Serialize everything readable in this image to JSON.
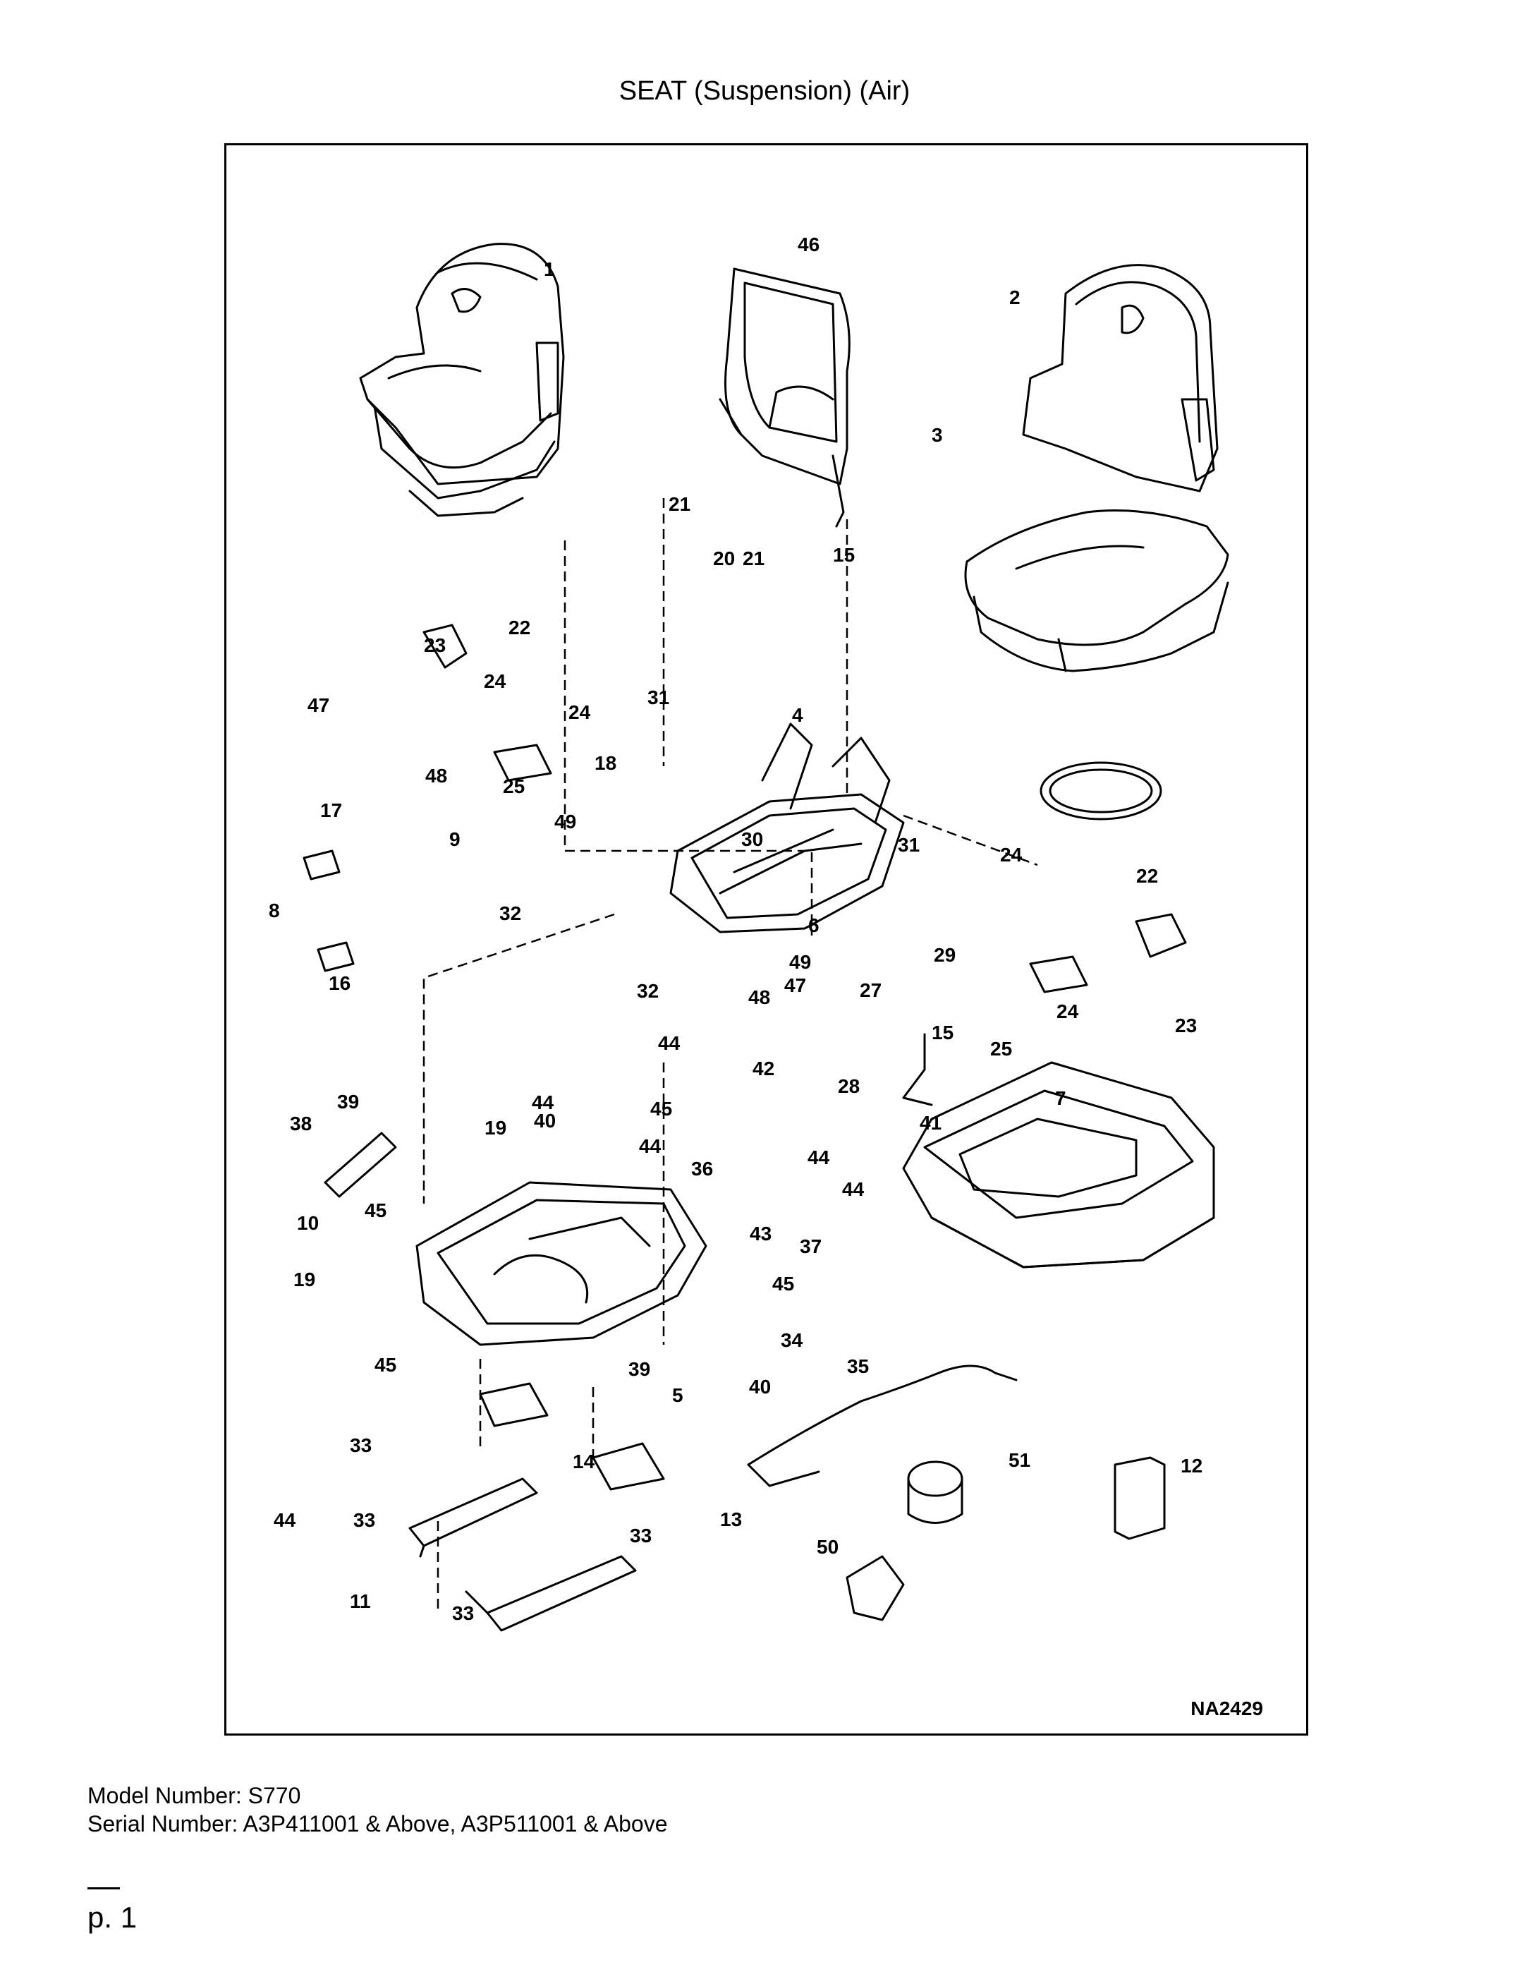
{
  "page": {
    "title": "SEAT (Suspension) (Air)",
    "figure_code": "NA2429",
    "model_label": "Model Number: S770",
    "serial_label": "Serial Number: A3P411001 & Above, A3P511001 & Above",
    "page_label": "p. 1"
  },
  "callouts": [
    "1",
    "46",
    "2",
    "3",
    "21",
    "20",
    "21",
    "15",
    "22",
    "23",
    "24",
    "4",
    "31",
    "47",
    "24",
    "48",
    "25",
    "18",
    "17",
    "49",
    "30",
    "9",
    "31",
    "24",
    "22",
    "8",
    "32",
    "6",
    "29",
    "49",
    "16",
    "47",
    "32",
    "48",
    "27",
    "15",
    "25",
    "24",
    "23",
    "44",
    "28",
    "42",
    "39",
    "7",
    "45",
    "38",
    "40",
    "19",
    "44",
    "41",
    "44",
    "36",
    "44",
    "44",
    "10",
    "45",
    "43",
    "37",
    "19",
    "45",
    "34",
    "45",
    "39",
    "40",
    "5",
    "35",
    "33",
    "14",
    "51",
    "12",
    "44",
    "33",
    "13",
    "50",
    "33",
    "11",
    "33"
  ]
}
